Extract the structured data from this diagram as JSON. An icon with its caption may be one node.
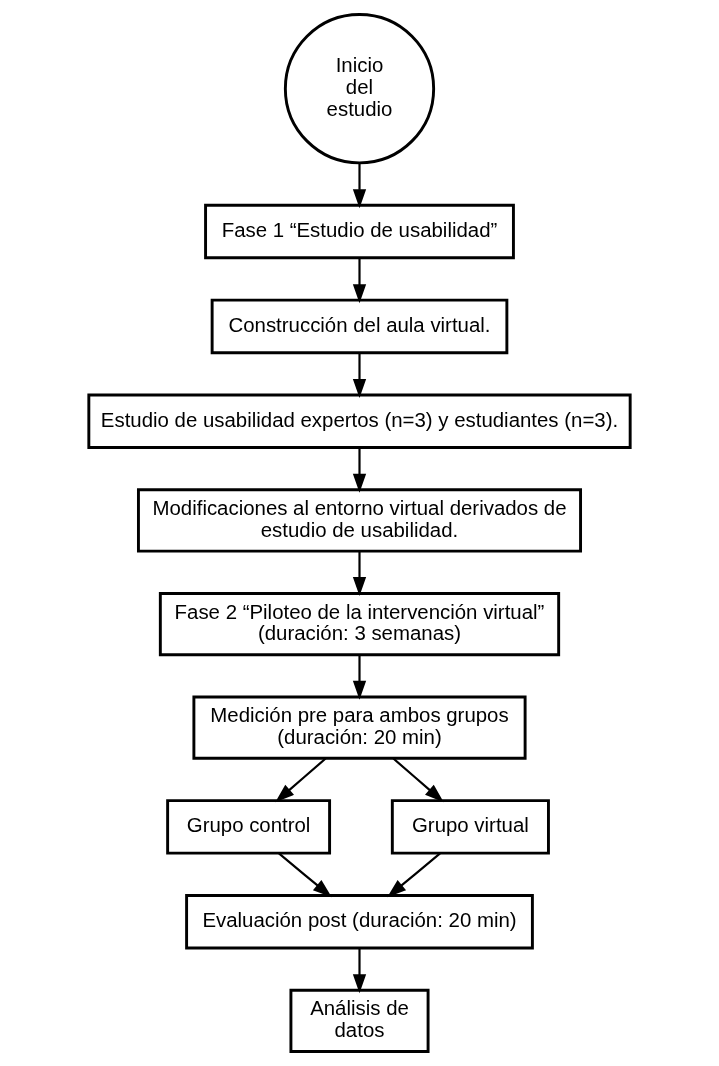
{
  "diagram": {
    "nodes": [
      {
        "text": [
          "Inicio del estudio"
        ]
      },
      {
        "text": [
          "Fase 1 “Estudio de usabilidad”"
        ]
      },
      {
        "text": [
          "Construcción del aula virtual."
        ]
      },
      {
        "text": [
          "Estudio de usabilidad expertos (n=3) y estudiantes (n=3)."
        ]
      },
      {
        "text": [
          "Modificaciones al entorno virtual derivados de estudio de usabilidad."
        ]
      },
      {
        "text": [
          "Fase 2 “Piloteo de la intervención virtual” (duración: 3 semanas)"
        ]
      },
      {
        "text": [
          "Medición pre para ambos grupos (duración: 20 min)"
        ]
      },
      {
        "text": [
          "Grupo control"
        ]
      },
      {
        "text": [
          "Grupo virtual"
        ]
      },
      {
        "text": [
          "Evaluación post (duración: 20 min)"
        ]
      },
      {
        "text": [
          "Análisis de datos"
        ]
      }
    ],
    "edges": [
      {
        "from": 0,
        "to": 1,
        "arrow": "to"
      },
      {
        "from": 1,
        "to": 2,
        "arrow": "to"
      },
      {
        "from": 2,
        "to": 3,
        "arrow": "to"
      },
      {
        "from": 3,
        "to": 4,
        "arrow": "to"
      },
      {
        "from": 4,
        "to": 5,
        "arrow": "to"
      },
      {
        "from": 5,
        "to": 6,
        "arrow": "to"
      },
      {
        "from": 6,
        "to": 7,
        "arrow": "to"
      },
      {
        "from": 6,
        "to": 8,
        "arrow": "to"
      },
      {
        "from": 7,
        "to": 9,
        "arrow": "to"
      },
      {
        "from": 8,
        "to": 9,
        "arrow": "to"
      },
      {
        "from": 9,
        "to": 10,
        "arrow": "to"
      }
    ]
  }
}
